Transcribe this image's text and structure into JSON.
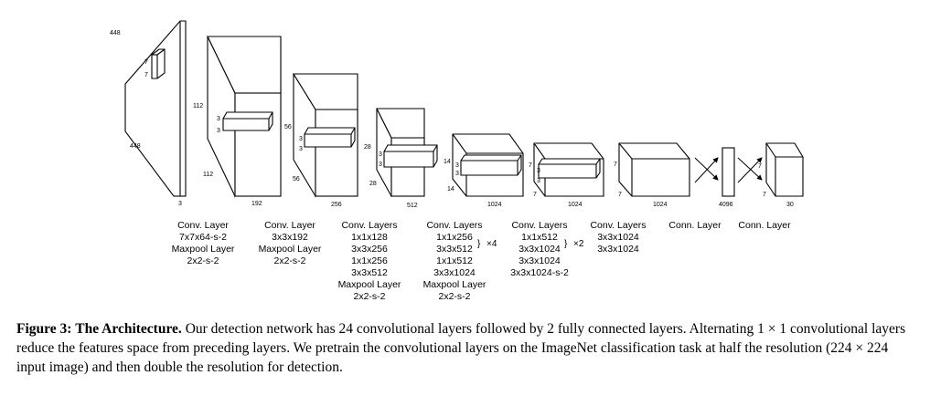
{
  "figure": {
    "dims": {
      "input_h": "448",
      "input_w": "448",
      "input_c": "3",
      "input_k1": "7",
      "input_k2": "7",
      "b1_h": "112",
      "b1_w": "112",
      "b1_c": "192",
      "b1_k1": "3",
      "b1_k2": "3",
      "b2_h": "56",
      "b2_w": "56",
      "b2_c": "256",
      "b2_k1": "3",
      "b2_k2": "3",
      "b3_h": "28",
      "b3_w": "28",
      "b3_c": "512",
      "b3_k1": "3",
      "b3_k2": "3",
      "b4_h": "14",
      "b4_w": "14",
      "b4_c": "1024",
      "b4_k1": "3",
      "b4_k2": "3",
      "b5_h": "7",
      "b5_w": "7",
      "b5_c": "1024",
      "b5_k1": "3",
      "b5_k2": "3",
      "b6_h": "7",
      "b6_w": "7",
      "b6_c": "1024",
      "fc1": "4096",
      "out_h": "7",
      "out_w": "7",
      "out_c": "30"
    },
    "labels": {
      "col1": [
        "Conv. Layer",
        "7x7x64-s-2",
        "Maxpool Layer",
        "2x2-s-2"
      ],
      "col2": [
        "Conv. Layer",
        "3x3x192",
        "Maxpool Layer",
        "2x2-s-2"
      ],
      "col3": [
        "Conv. Layers",
        "1x1x128",
        "3x3x256",
        "1x1x256",
        "3x3x512",
        "Maxpool Layer",
        "2x2-s-2"
      ],
      "col4": [
        "Conv. Layers",
        "1x1x256",
        "3x3x512",
        "1x1x512",
        "3x3x1024",
        "Maxpool Layer",
        "2x2-s-2"
      ],
      "col4_mult": "×4",
      "col5": [
        "Conv. Layers",
        "1x1x512",
        "3x3x1024",
        "3x3x1024",
        "3x3x1024-s-2"
      ],
      "col5_mult": "×2",
      "col6": [
        "Conv. Layers",
        "3x3x1024",
        "3x3x1024"
      ],
      "col7": [
        "Conn. Layer"
      ],
      "col8": [
        "Conn. Layer"
      ]
    }
  },
  "caption": {
    "label": "Figure 3:",
    "title": "The Architecture.",
    "text": "Our detection network has 24 convolutional layers followed by 2 fully connected layers. Alternating 1 × 1 convolutional layers reduce the features space from preceding layers. We pretrain the convolutional layers on the ImageNet classification task at half the resolution (224 × 224 input image) and then double the resolution for detection."
  }
}
